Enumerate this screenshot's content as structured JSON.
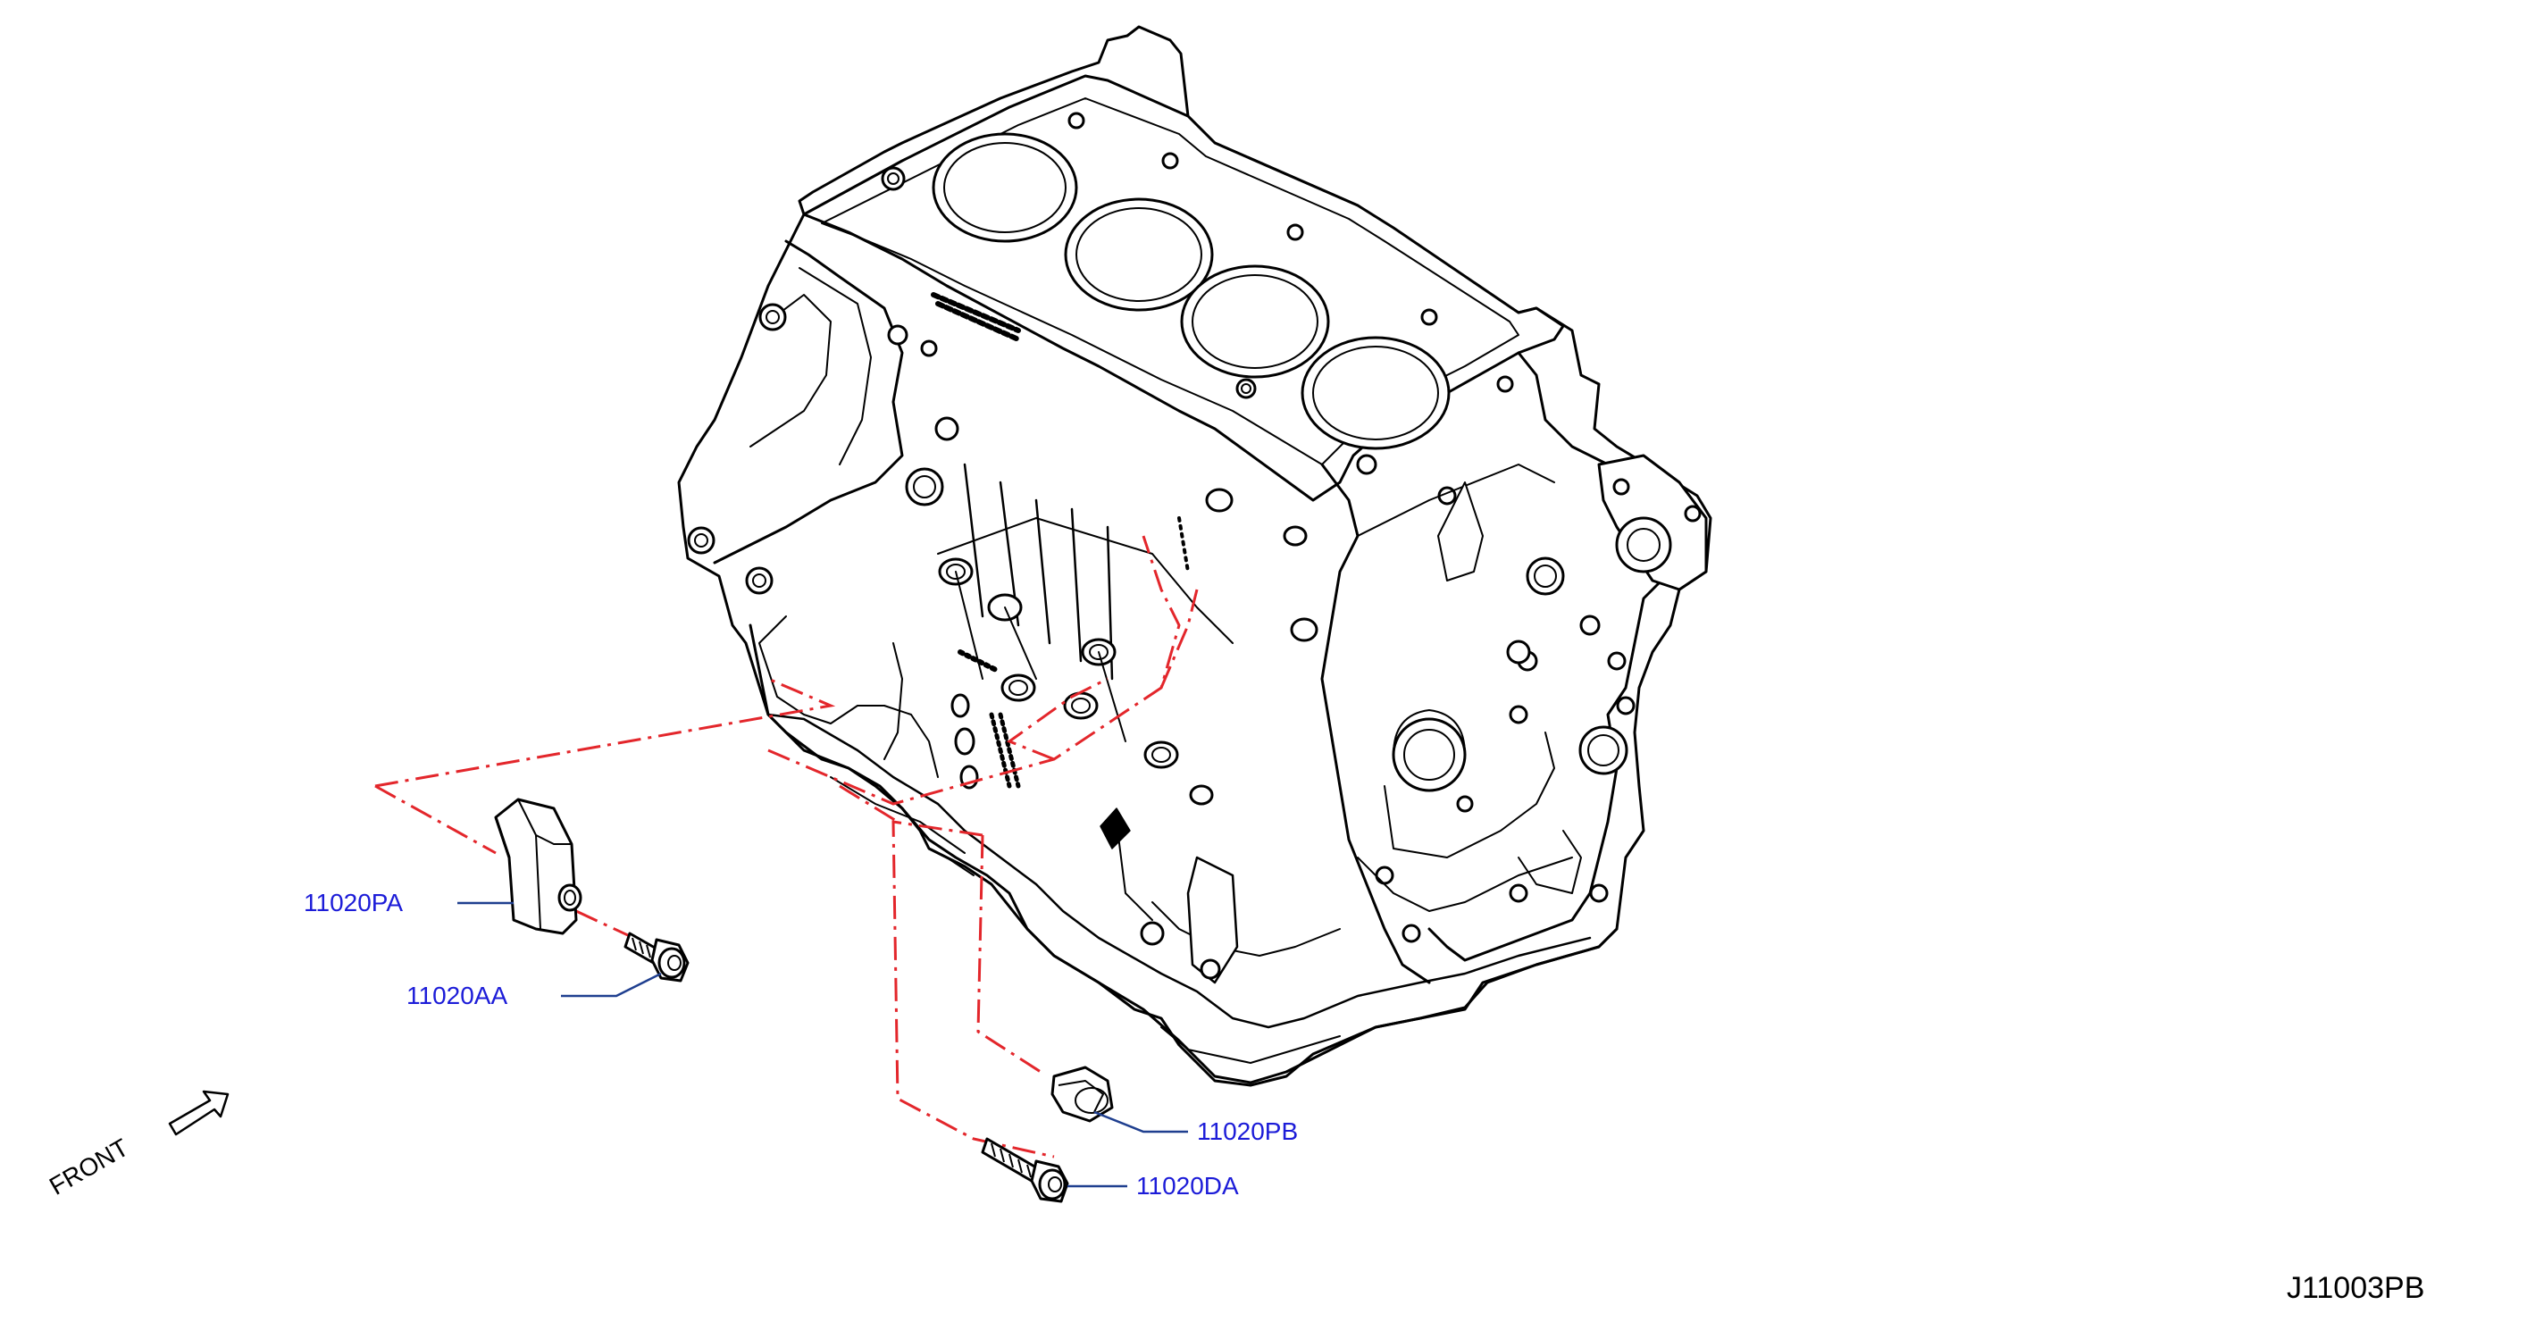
{
  "diagram": {
    "id_code": "J11003PB",
    "direction_label": "FRONT"
  },
  "callouts": [
    {
      "key": "pa",
      "label": "11020PA",
      "part": "engine-block-cover"
    },
    {
      "key": "aa",
      "label": "11020AA",
      "part": "flange-bolt-short"
    },
    {
      "key": "pb",
      "label": "11020PB",
      "part": "rubber-plug"
    },
    {
      "key": "da",
      "label": "11020DA",
      "part": "flange-bolt-long"
    }
  ],
  "colors": {
    "line_art": "#000000",
    "callout_text": "#1c1cd8",
    "leader_line": "#1f3f8f",
    "assembly_line": "#e3262b"
  }
}
